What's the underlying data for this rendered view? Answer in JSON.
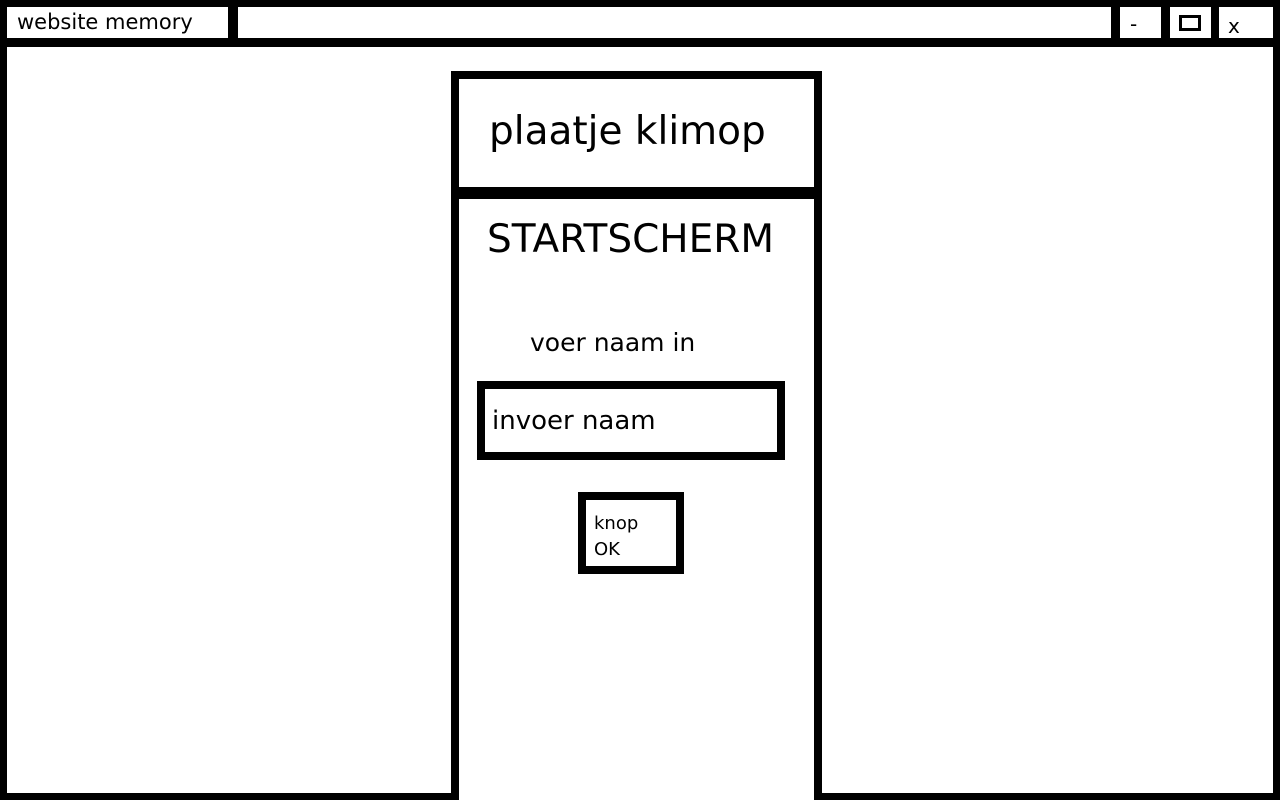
{
  "window": {
    "title": "website memory",
    "address": "",
    "minimize_label": "-",
    "maximize_icon": "maximize-icon",
    "close_label": "x"
  },
  "panel": {
    "image_placeholder": "plaatje klimop",
    "screen_title": "STARTSCHERM",
    "name_prompt": "voer naam in",
    "name_input": {
      "value": "",
      "placeholder": "invoer naam"
    },
    "ok_button": {
      "line1": "knop",
      "line2": "OK"
    }
  },
  "colors": {
    "foreground": "#000000",
    "background": "#ffffff"
  }
}
